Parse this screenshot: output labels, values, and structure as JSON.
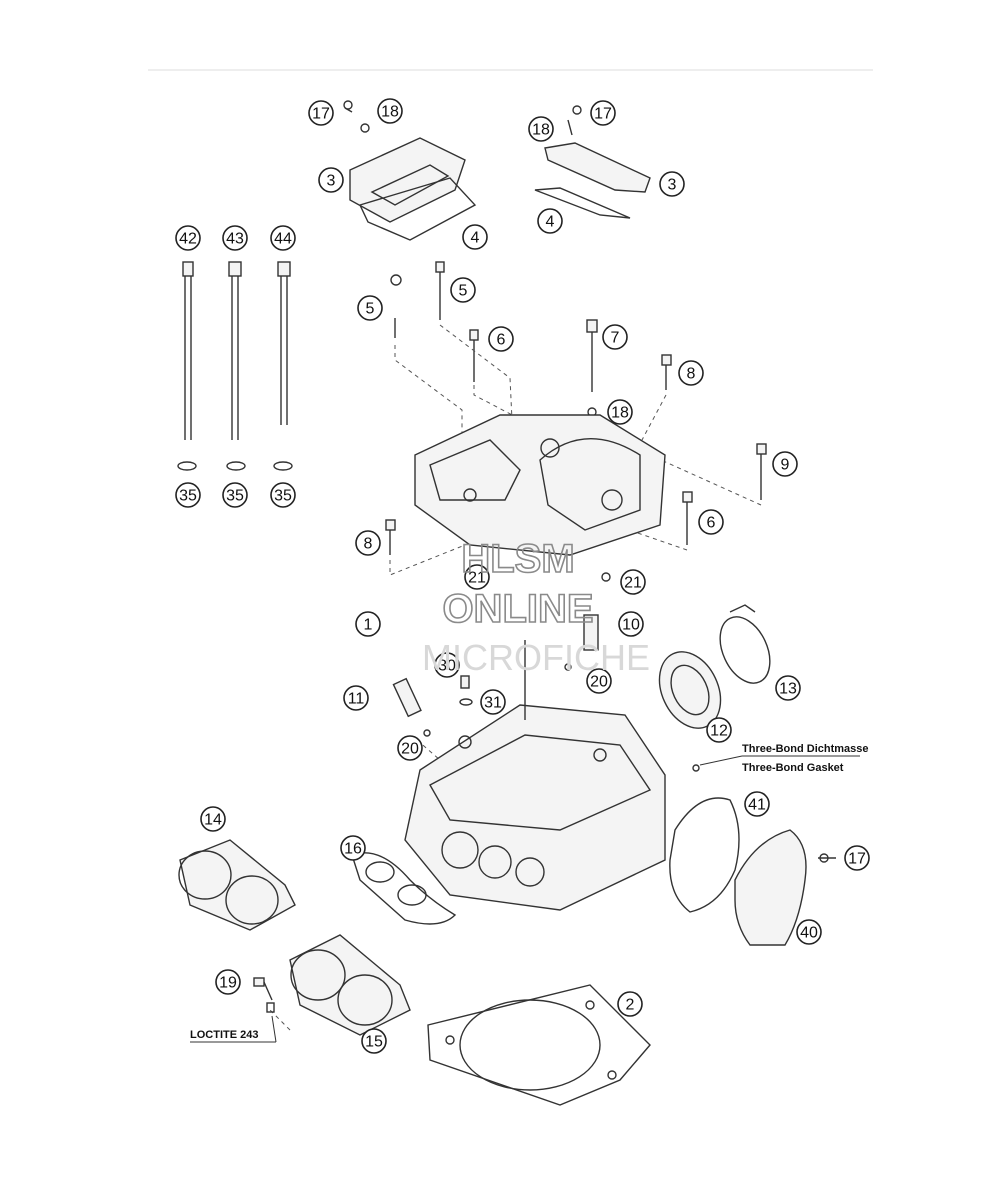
{
  "callouts": [
    {
      "label": "17"
    },
    {
      "label": "18"
    },
    {
      "label": "3"
    },
    {
      "label": "4"
    },
    {
      "label": "18"
    },
    {
      "label": "17"
    },
    {
      "label": "3"
    },
    {
      "label": "4"
    },
    {
      "label": "42"
    },
    {
      "label": "43"
    },
    {
      "label": "44"
    },
    {
      "label": "5"
    },
    {
      "label": "5"
    },
    {
      "label": "6"
    },
    {
      "label": "7"
    },
    {
      "label": "8"
    },
    {
      "label": "18"
    },
    {
      "label": "9"
    },
    {
      "label": "6"
    },
    {
      "label": "8"
    },
    {
      "label": "35"
    },
    {
      "label": "35"
    },
    {
      "label": "35"
    },
    {
      "label": "21"
    },
    {
      "label": "21"
    },
    {
      "label": "1"
    },
    {
      "label": "10"
    },
    {
      "label": "20"
    },
    {
      "label": "30"
    },
    {
      "label": "31"
    },
    {
      "label": "11"
    },
    {
      "label": "20"
    },
    {
      "label": "13"
    },
    {
      "label": "12"
    },
    {
      "label": "41"
    },
    {
      "label": "17"
    },
    {
      "label": "40"
    },
    {
      "label": "14"
    },
    {
      "label": "16"
    },
    {
      "label": "19"
    },
    {
      "label": "2"
    },
    {
      "label": "15"
    }
  ],
  "notes": {
    "three_bond_de": "Three-Bond Dichtmasse",
    "three_bond_en": "Three-Bond Gasket",
    "loctite": "LOCTITE 243"
  },
  "watermark": {
    "line1": "HLSM",
    "line2": "ONLINE",
    "line3": "MICROFICHE"
  }
}
